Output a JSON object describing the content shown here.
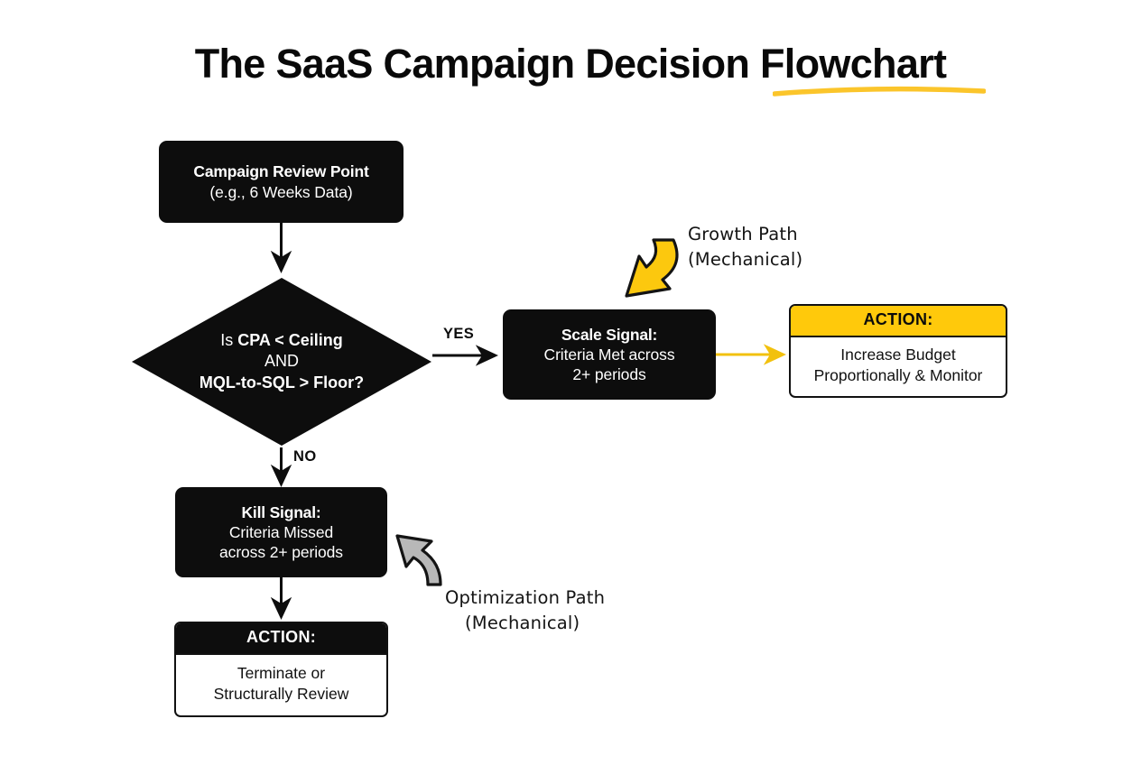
{
  "page": {
    "title": "The SaaS Campaign Decision Flowchart",
    "background_color": "#FFFFFF",
    "accent_yellow": "#FFC90B",
    "node_black": "#0D0D0D",
    "arrow_gray": "#B3B3B3"
  },
  "nodes": {
    "start": {
      "label_strong": "Campaign Review Point",
      "label_sub": "(e.g., 6 Weeks Data)"
    },
    "decision": {
      "line1_prefix": "Is ",
      "line1_strong": "CPA < Ceiling",
      "line2": "AND",
      "line3_strong": "MQL-to-SQL > Floor?"
    },
    "scale_signal": {
      "label_strong": "Scale Signal:",
      "line2": "Criteria Met across",
      "line3": "2+ periods"
    },
    "kill_signal": {
      "label_strong": "Kill Signal:",
      "line2": "Criteria Missed",
      "line3": "across 2+ periods"
    },
    "action_growth": {
      "header": "ACTION:",
      "line1": "Increase Budget",
      "line2": "Proportionally & Monitor"
    },
    "action_kill": {
      "header": "ACTION:",
      "line1": "Terminate or",
      "line2": "Structurally Review"
    }
  },
  "edges": {
    "yes_label": "YES",
    "no_label": "NO"
  },
  "annotations": {
    "growth": {
      "line1": "Growth Path",
      "line2": "(Mechanical)"
    },
    "optimization": {
      "line1": "Optimization Path",
      "line2": "(Mechanical)"
    }
  }
}
